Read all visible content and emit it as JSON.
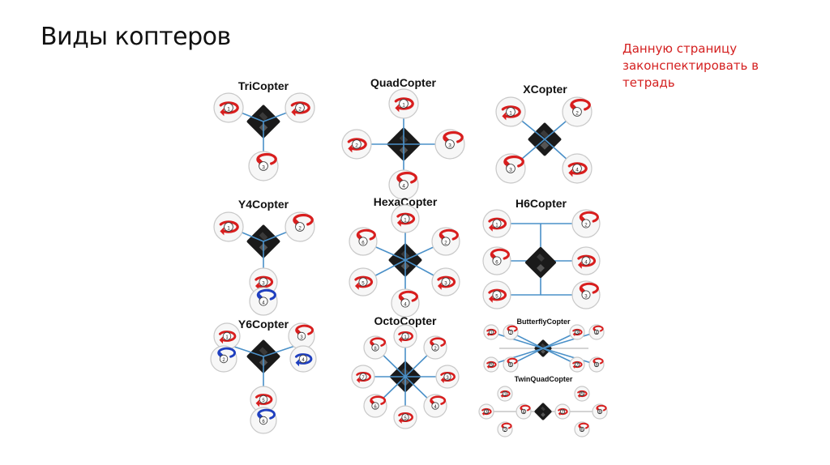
{
  "slide": {
    "title": "Виды коптеров",
    "note_lines": [
      "Данную страницу",
      "законспектировать в",
      "тетрадь"
    ]
  },
  "colors": {
    "cw_arrow": "#d81e1e",
    "ccw_arrow": "#1f3fbf",
    "arm": "#4a90c8",
    "circle": "#c8c8c8",
    "board": "#1a1a1a"
  },
  "diagrams": [
    {
      "key": "tri",
      "name": "TriCopter",
      "labels": [
        "1",
        "2",
        "3"
      ]
    },
    {
      "key": "quad",
      "name": "QuadCopter",
      "labels": [
        "1",
        "2",
        "3",
        "4"
      ]
    },
    {
      "key": "x",
      "name": "XCopter",
      "labels": [
        "1",
        "2",
        "3",
        "4"
      ]
    },
    {
      "key": "y4",
      "name": "Y4Copter",
      "labels": [
        "1",
        "2",
        "3",
        "4"
      ]
    },
    {
      "key": "hexa",
      "name": "HexaCopter",
      "labels": [
        "1",
        "2",
        "3",
        "4",
        "5",
        "6"
      ]
    },
    {
      "key": "h6",
      "name": "H6Copter",
      "labels": [
        "1",
        "2",
        "3",
        "4",
        "5",
        "6"
      ]
    },
    {
      "key": "y6",
      "name": "Y6Copter",
      "labels": [
        "1",
        "2",
        "3",
        "4",
        "5",
        "6"
      ]
    },
    {
      "key": "octo",
      "name": "OctoCopter",
      "labels": [
        "1",
        "2",
        "3",
        "4",
        "5",
        "6",
        "7",
        "8"
      ]
    },
    {
      "key": "butterfly",
      "name": "ButterflyCopter",
      "labels": [
        "1",
        "2",
        "3",
        "4",
        "5",
        "6",
        "7",
        "8"
      ]
    },
    {
      "key": "twinquad",
      "name": "TwinQuadCopter",
      "labels": [
        "1",
        "2",
        "3",
        "4",
        "5",
        "6",
        "7",
        "8"
      ]
    }
  ]
}
